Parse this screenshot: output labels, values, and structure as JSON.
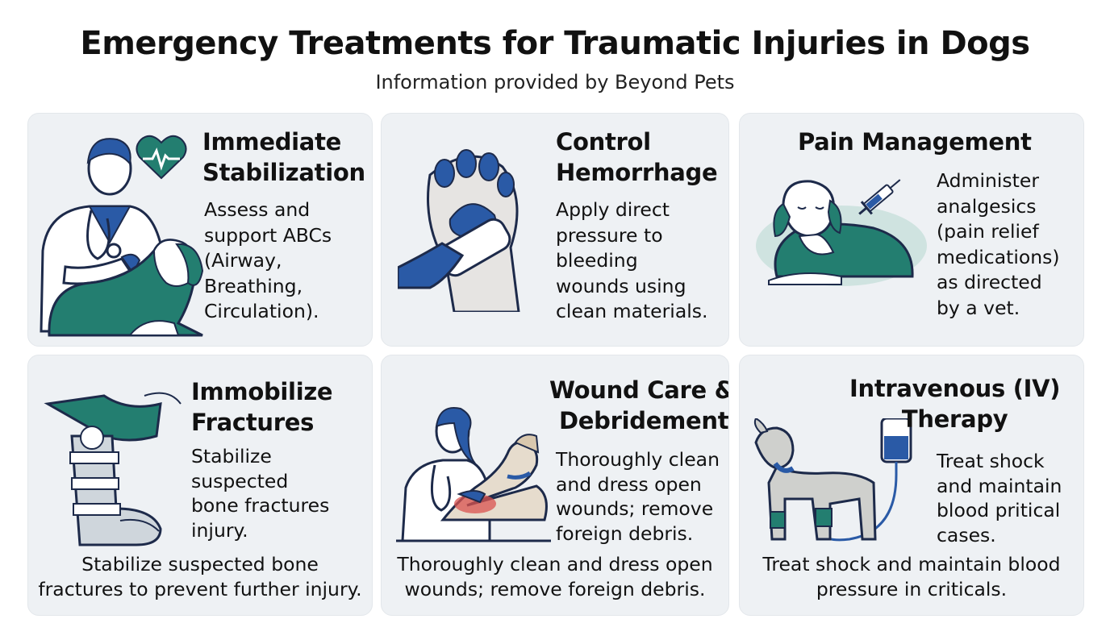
{
  "header": {
    "title": "Emergency Treatments for Traumatic Injuries in Dogs",
    "subtitle": "Information provided by Beyond Pets"
  },
  "cards": [
    {
      "title_lines": [
        "Immediate",
        "Stabilization"
      ],
      "body_lines": [
        "Assess and",
        "support ABCs",
        "(Airway,",
        "Breathing,",
        "Circulation)."
      ]
    },
    {
      "title_lines": [
        "Control",
        "Hemorrhage"
      ],
      "body_lines": [
        "Apply direct",
        "pressure to",
        "bleeding",
        "wounds using",
        "clean materials."
      ]
    },
    {
      "title_lines": [
        "Pain Management"
      ],
      "body_lines": [
        "Administer",
        "analgesics",
        "(pain relief",
        "medications)",
        "as directed",
        "by a vet."
      ]
    },
    {
      "title_lines": [
        "Immobilize",
        "Fractures"
      ],
      "body_lines": [
        "Stabilize",
        "suspected",
        "bone fractures",
        "injury."
      ],
      "bottom_lines": [
        "Stabilize suspected bone",
        "fractures to prevent further injury."
      ]
    },
    {
      "title_lines": [
        "Wound Care &",
        "Debridement"
      ],
      "body_lines": [
        "Thoroughly clean",
        "and dress open",
        "wounds; remove",
        "foreign debris."
      ],
      "bottom_lines": [
        "Thoroughly clean and dress open",
        "wounds; remove foreign debris."
      ]
    },
    {
      "title_lines": [
        "Intravenous (IV)",
        "Therapy"
      ],
      "body_lines": [
        "Treat shock",
        "and maintain",
        "blood pritical",
        "cases."
      ],
      "bottom_lines": [
        "Treat shock and maintain blood",
        "pressure in criticals."
      ]
    }
  ],
  "colors": {
    "teal": "#237e70",
    "blue": "#2a5aa6",
    "navy": "#1d2a4a",
    "card_bg": "#eef1f4",
    "wound_red": "#d9534f"
  }
}
